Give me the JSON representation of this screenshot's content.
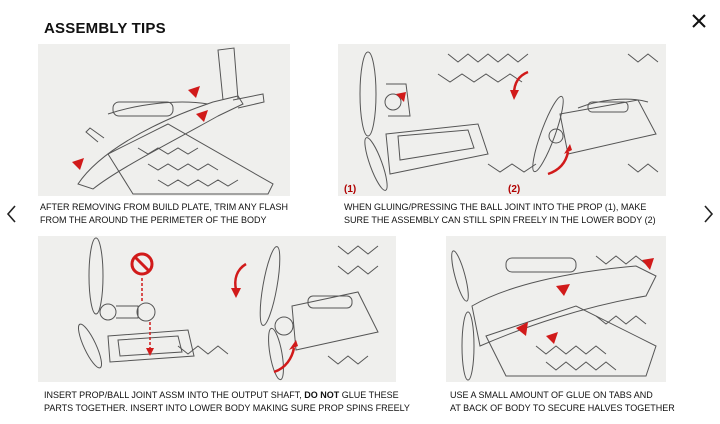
{
  "header": {
    "title": "ASSEMBLY TIPS"
  },
  "controls": {
    "close_icon": "close-icon",
    "prev_icon": "chevron-left-icon",
    "next_icon": "chevron-right-icon"
  },
  "colors": {
    "accent": "#d11a1a",
    "panel_bg": "#efefed",
    "line": "#555555"
  },
  "tips": [
    {
      "caption_line1": "AFTER REMOVING FROM BUILD PLATE, TRIM ANY FLASH",
      "caption_line2": "FROM THE AROUND THE PERIMETER OF THE BODY"
    },
    {
      "marker1": "(1)",
      "marker2": "(2)",
      "caption_line1": "WHEN GLUING/PRESSING THE BALL JOINT INTO THE PROP (1), MAKE",
      "caption_line2": "SURE THE ASSEMBLY CAN STILL SPIN FREELY IN THE LOWER BODY (2)"
    },
    {
      "caption_line1_a": "INSERT PROP/BALL JOINT ASSM INTO THE OUTPUT SHAFT, ",
      "caption_line1_bold": "DO NOT",
      "caption_line1_b": " GLUE THESE",
      "caption_line2": "PARTS TOGETHER.  INSERT INTO LOWER BODY MAKING SURE PROP SPINS FREELY"
    },
    {
      "caption_line1": "USE A SMALL AMOUNT OF GLUE ON TABS AND",
      "caption_line2": "AT BACK OF BODY TO SECURE HALVES TOGETHER"
    }
  ]
}
